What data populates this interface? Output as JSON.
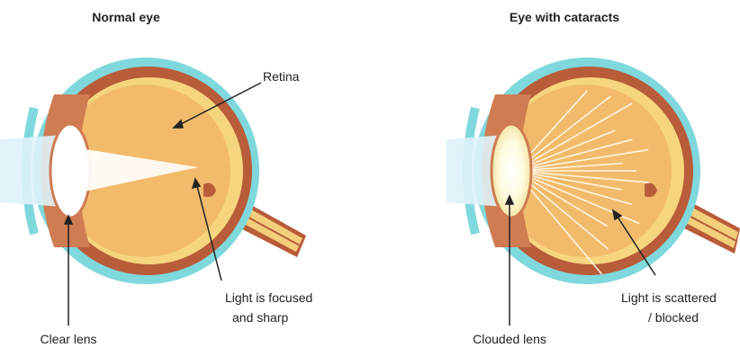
{
  "panels": {
    "normal": {
      "title": "Normal eye",
      "retina_label": "Retina",
      "light_label_line1": "Light is focused",
      "light_label_line2": "and sharp",
      "lens_label": "Clear lens"
    },
    "cataract": {
      "title": "Eye with cataracts",
      "light_label_line1": "Light is scattered",
      "light_label_line2": "/ blocked",
      "lens_label": "Clouded lens"
    }
  },
  "colors": {
    "sclera_outer": "#7fd8dc",
    "choroid": "#b85c3a",
    "retina": "#f6d57e",
    "vitreous": "#f2bb6c",
    "iris": "#cf7c52",
    "lens_clear": "#ffffff",
    "cornea": "#bfe6f3",
    "optic_nerve": "#f3cf7b",
    "arrow": "#222222"
  }
}
